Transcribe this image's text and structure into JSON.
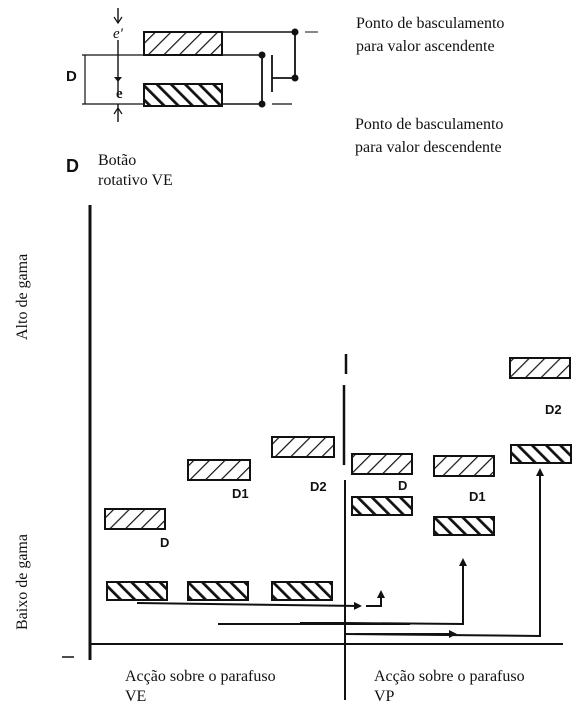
{
  "colors": {
    "ink": "#111111",
    "background": "#ffffff"
  },
  "legend": {
    "e_prime": "e'",
    "e": "e",
    "d": "D",
    "ascending_line1": "Ponto de basculamento",
    "ascending_line2": "para valor  ascendente",
    "descending_line1": "Ponto de basculamento",
    "descending_line2": "para valor descendente"
  },
  "knob": {
    "letter": "D",
    "line1": "Botão",
    "line2": "rotativo VE"
  },
  "axis": {
    "high_range": "Alto de gama",
    "low_range": "Baixo de gama"
  },
  "stage_labels": {
    "d_left": "D",
    "d1_left": "D1",
    "d2_left": "D2",
    "d_right": "D",
    "d1_right": "D1",
    "d2_right": "D2"
  },
  "footer": {
    "left_line1": "Acção sobre o parafuso",
    "left_line2": "VE",
    "right_line1": "Acção sobre o parafuso",
    "right_line2": "VP"
  }
}
